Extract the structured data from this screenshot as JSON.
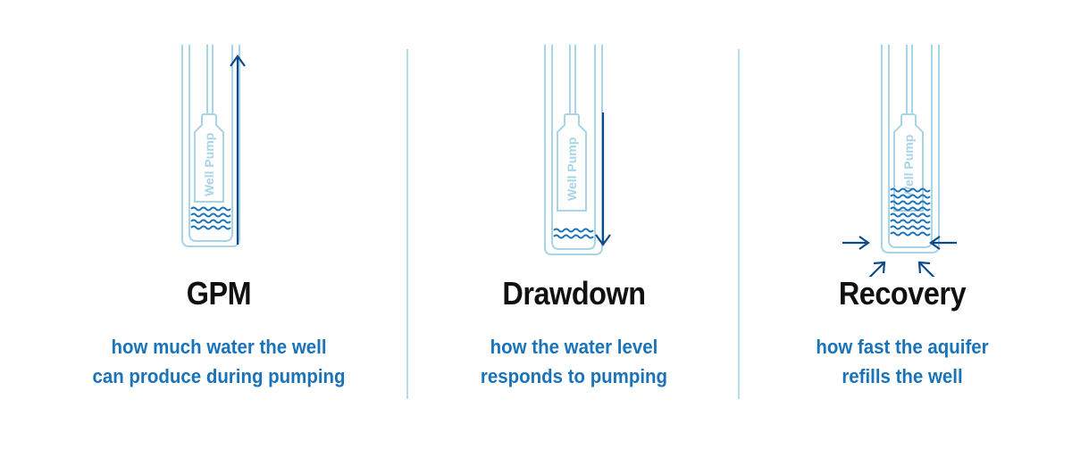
{
  "colors": {
    "well_outline": "#a8d4e8",
    "water_waves": "#1a73b8",
    "arrow": "#0d4a8c",
    "title": "#111111",
    "description": "#1a73b8",
    "divider": "#b9dcec"
  },
  "pump_label": "Well Pump",
  "panels": [
    {
      "title": "GPM",
      "description": [
        "how much water the well",
        "can produce during pumping"
      ],
      "arrow_direction": "up",
      "water_level_rows": 4
    },
    {
      "title": "Drawdown",
      "description": [
        "how the water level",
        "responds to pumping"
      ],
      "arrow_direction": "down",
      "water_level_rows": 2
    },
    {
      "title": "Recovery",
      "description": [
        "how fast the aquifer",
        "refills the well"
      ],
      "arrow_direction": "inward",
      "water_level_rows": 8
    }
  ]
}
